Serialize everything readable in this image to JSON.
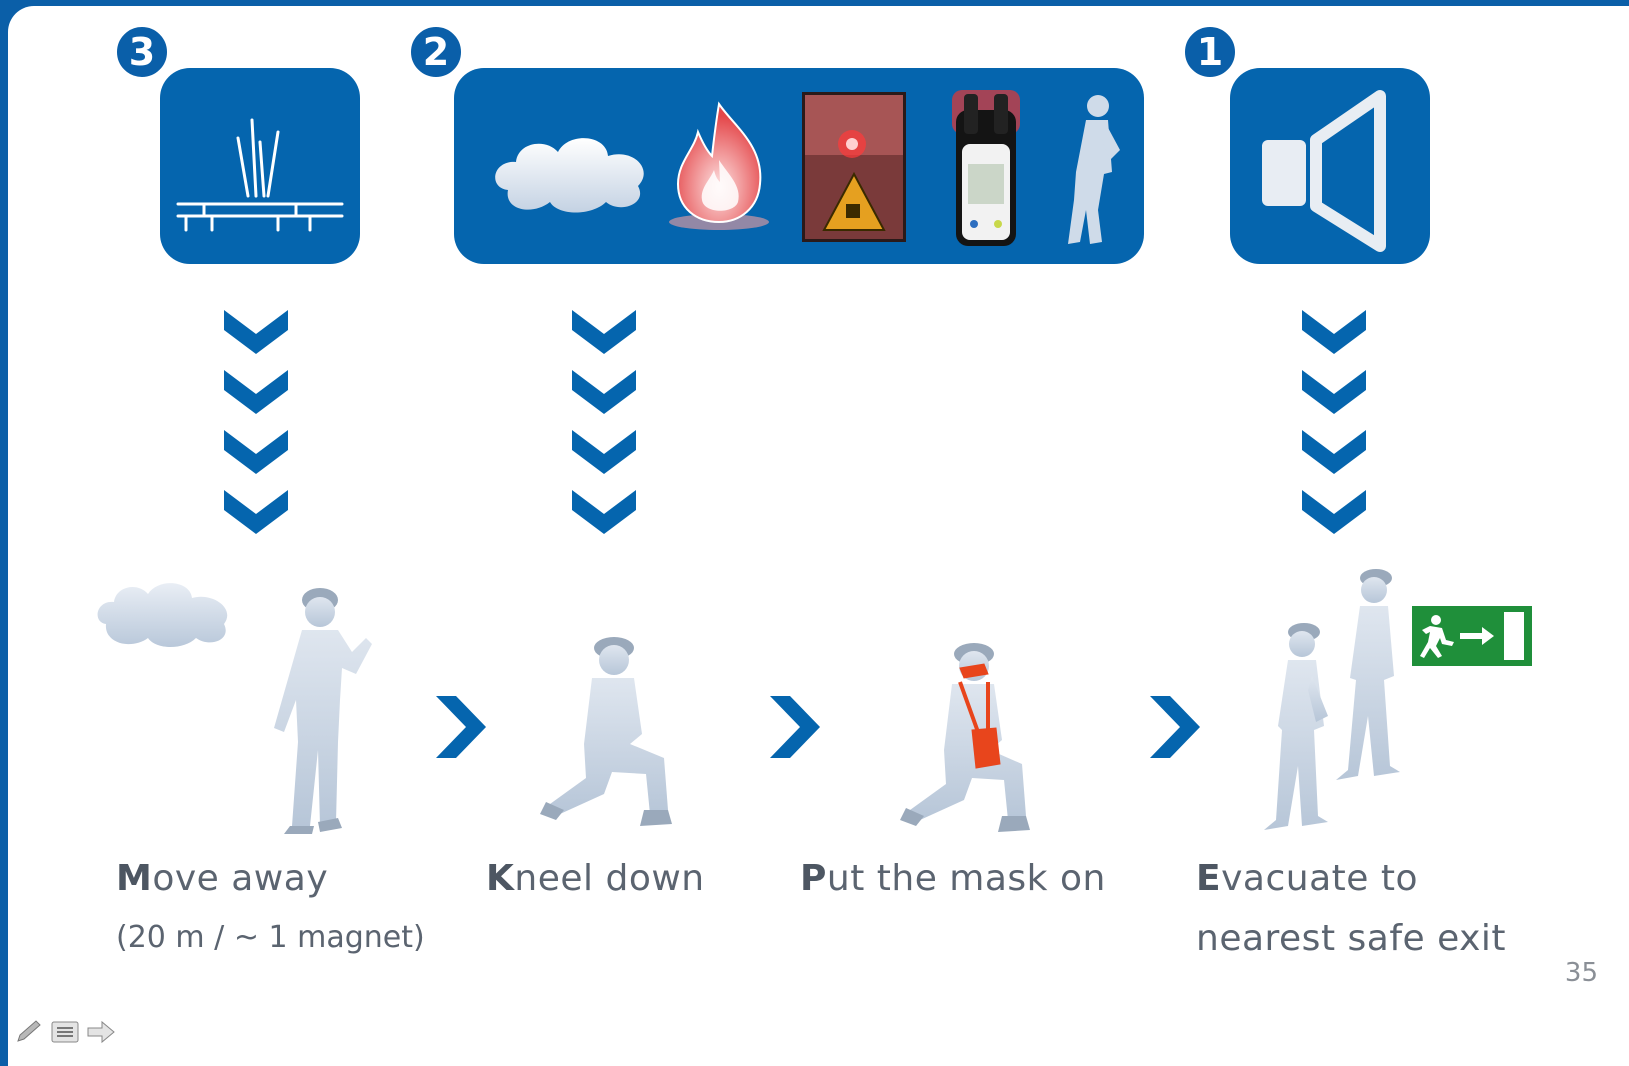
{
  "badges": [
    {
      "number": "3"
    },
    {
      "number": "2"
    },
    {
      "number": "1"
    }
  ],
  "steps": [
    {
      "initial": "M",
      "rest": "ove away",
      "sub": "(20 m / ~ 1 magnet)"
    },
    {
      "initial": "K",
      "rest": "neel down"
    },
    {
      "initial": "P",
      "rest": "ut the mask on"
    },
    {
      "initial": "E",
      "rest": "vacuate to",
      "line2": "nearest safe exit"
    }
  ],
  "page_number": "35",
  "icons": [
    "sensor-icon",
    "gas-cloud-icon",
    "fire-icon",
    "alarm-beacon-icon",
    "gas-detector-icon",
    "worker-icon",
    "speaker-icon",
    "exit-sign-icon"
  ],
  "colors": {
    "primary": "#0565ae",
    "figure": "#c9d6e6",
    "mask": "#e8451c",
    "exit": "#1f8f3a"
  }
}
